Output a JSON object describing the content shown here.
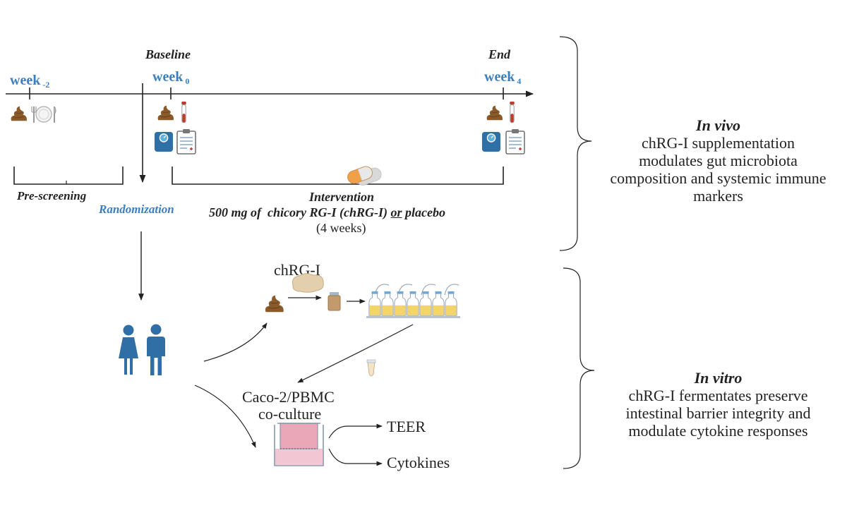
{
  "timeline": {
    "baseline_label": "Baseline",
    "end_label": "End",
    "weeks": [
      {
        "label": "week",
        "sub": "-2"
      },
      {
        "label": "week",
        "sub": "0"
      },
      {
        "label": "week",
        "sub": "4"
      }
    ],
    "prescreening_label": "Pre-screening",
    "randomization_label": "Randomization",
    "intervention": {
      "title": "Intervention",
      "dose_prefix": "500 mg of  chicory RG-I (chRG-I)",
      "or_word": "or",
      "placebo_word": "placebo",
      "duration": "(4 weeks)"
    }
  },
  "in_vivo": {
    "heading": "In vivo",
    "lines": [
      "chRG-I supplementation",
      "modulates gut microbiota",
      "composition and systemic immune",
      "markers"
    ]
  },
  "in_vitro": {
    "heading": "In vitro",
    "lines": [
      "chRG-I fermentates preserve",
      "intestinal barrier integrity and",
      "modulate cytokine responses"
    ]
  },
  "lab": {
    "chrgi_label": "chRG-I",
    "coculture_line1": "Caco-2/PBMC",
    "coculture_line2": "co-culture",
    "teer_label": "TEER",
    "cytokines_label": "Cytokines"
  },
  "colors": {
    "accent_blue": "#3a7fbf",
    "stool_brown": "#8a5a2b",
    "capsule_orange": "#f0a048",
    "scale_blue": "#2f6fa6",
    "medium_pink": "#e9a7b8"
  }
}
